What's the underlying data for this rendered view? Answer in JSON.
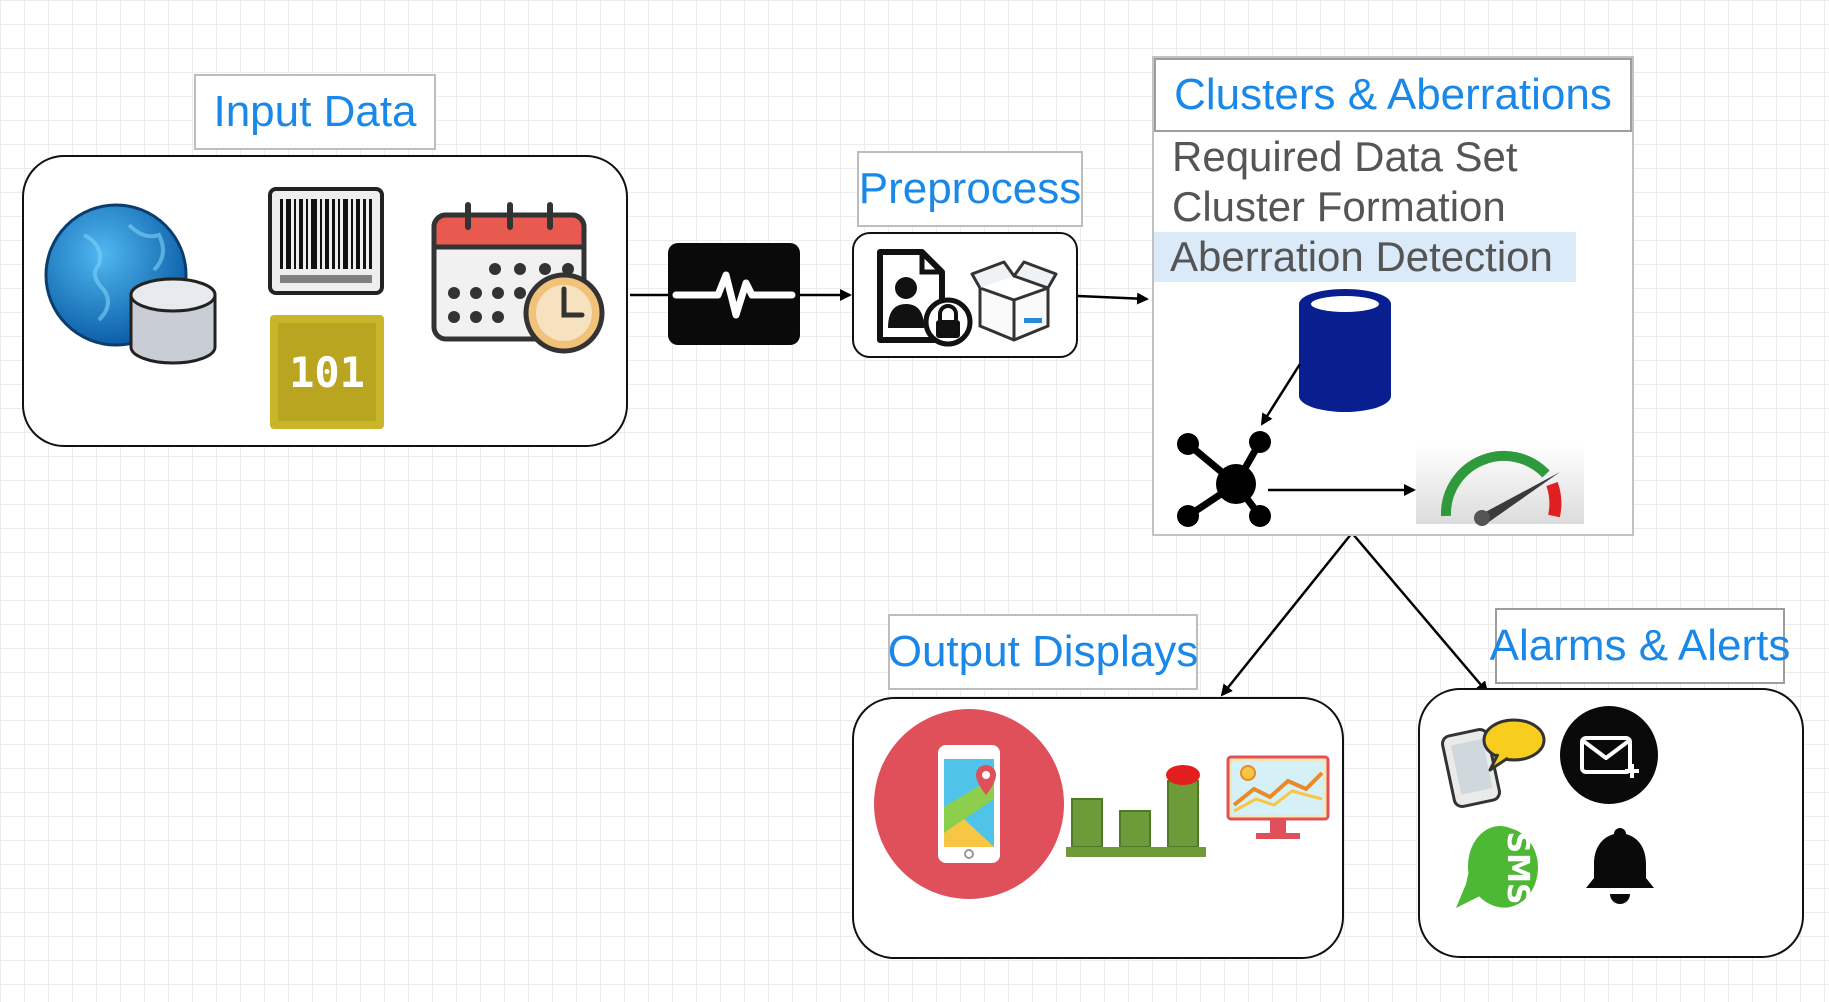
{
  "input_data": {
    "label": "Input Data",
    "binary_text": "101"
  },
  "preprocess": {
    "label": "Preprocess"
  },
  "clusters": {
    "title": "Clusters & Aberrations",
    "items": [
      "Required Data Set",
      "Cluster Formation",
      "Aberration Detection"
    ],
    "highlighted_item": "Aberration Detection"
  },
  "output_displays": {
    "label": "Output Displays"
  },
  "alarms": {
    "label": "Alarms & Alerts",
    "sms_text": "SMS"
  },
  "colors": {
    "label_text": "#1a88e8",
    "list_text": "#555555",
    "highlight": "#dbeaf8",
    "database_blue": "#0a1f8f",
    "map_circle": "#e0505b",
    "bar_green": "#6e9b3a",
    "sms_green": "#4cb833"
  },
  "icons": [
    "globe-database-icon",
    "barcode-icon",
    "binary-chip-icon",
    "calendar-clock-icon",
    "pulse-icon",
    "secure-document-icon",
    "open-box-icon",
    "database-icon",
    "network-hub-icon",
    "gauge-icon",
    "phone-map-icon",
    "bar-chart-icon",
    "monitor-chart-icon",
    "phone-chat-icon",
    "email-icon",
    "sms-icon",
    "bell-icon"
  ]
}
